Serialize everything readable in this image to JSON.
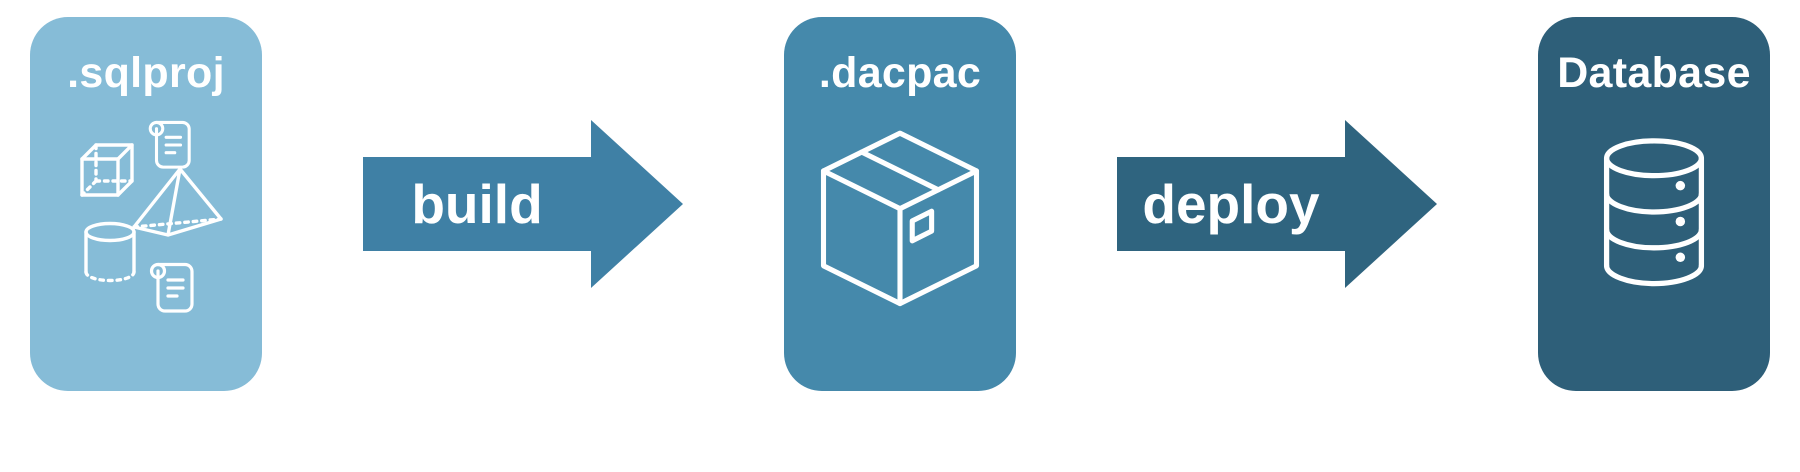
{
  "diagram": {
    "background": "#ffffff",
    "text_color": "#ffffff",
    "nodes": [
      {
        "title": ".sqlproj",
        "icon": "sql-object-icons",
        "color": "#86bcd7"
      },
      {
        "title": ".dacpac",
        "icon": "package-box-icon",
        "color": "#4589ab"
      },
      {
        "title": "Database",
        "icon": "database-cylinder-icon",
        "color": "#2e5f79"
      }
    ],
    "arrows": [
      {
        "label": "build",
        "color": "#3f80a5"
      },
      {
        "label": "deploy",
        "color": "#2f647f"
      }
    ]
  }
}
